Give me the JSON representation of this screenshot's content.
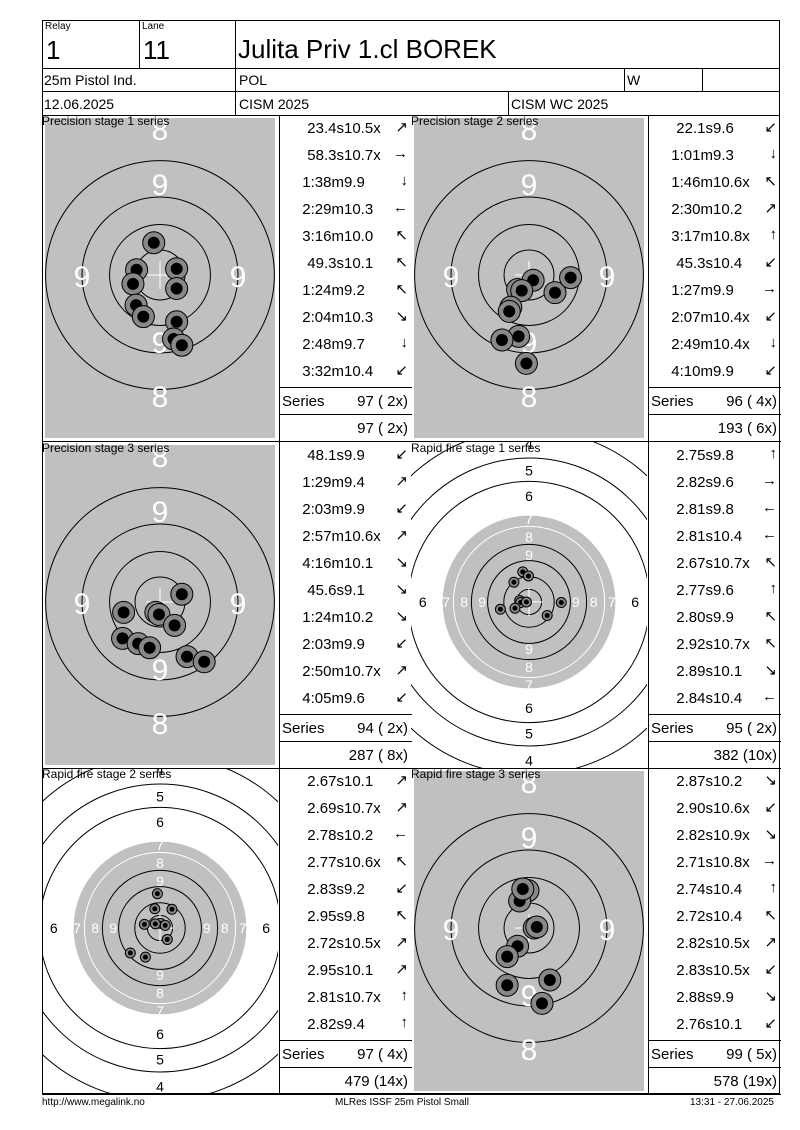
{
  "header": {
    "relay_label": "Relay",
    "relay_value": "1",
    "lane_label": "Lane",
    "lane_value": "11",
    "athlete_name": "Julita Priv 1.cl BOREK",
    "event": "25m Pistol Ind.",
    "country": "POL",
    "gender": "W",
    "date": "12.06.2025",
    "competition": "CISM 2025",
    "match": "CISM WC 2025"
  },
  "panels": [
    {
      "title": "Precision stage 1 series",
      "target_type": "precision",
      "shots": [
        {
          "time": "23.4s",
          "value": "10.5x",
          "dir": "ne"
        },
        {
          "time": "58.3s",
          "value": "10.7x",
          "dir": "e"
        },
        {
          "time": "1:38m",
          "value": "9.9",
          "dir": "s"
        },
        {
          "time": "2:29m",
          "value": "10.3",
          "dir": "w"
        },
        {
          "time": "3:16m",
          "value": "10.0",
          "dir": "nw"
        },
        {
          "time": "49.3s",
          "value": "10.1",
          "dir": "nw"
        },
        {
          "time": "1:24m",
          "value": "9.2",
          "dir": "nw"
        },
        {
          "time": "2:04m",
          "value": "10.3",
          "dir": "se"
        },
        {
          "time": "2:48m",
          "value": "9.7",
          "dir": "s"
        },
        {
          "time": "3:32m",
          "value": "10.4",
          "dir": "sw"
        }
      ],
      "series_label": "Series",
      "series_value": "97 ( 2x)",
      "total": "97 ( 2x)",
      "impacts": [
        [
          -0.12,
          -0.62
        ],
        [
          -0.45,
          -0.1
        ],
        [
          -0.52,
          0.17
        ],
        [
          -0.46,
          0.58
        ],
        [
          -0.32,
          0.8
        ],
        [
          0.32,
          -0.12
        ],
        [
          0.32,
          0.26
        ],
        [
          0.32,
          0.9
        ],
        [
          0.26,
          1.23
        ],
        [
          0.42,
          1.35
        ]
      ]
    },
    {
      "title": "Precision stage 2 series",
      "target_type": "precision",
      "shots": [
        {
          "time": "22.1s",
          "value": "9.6",
          "dir": "sw"
        },
        {
          "time": "1:01m",
          "value": "9.3",
          "dir": "s"
        },
        {
          "time": "1:46m",
          "value": "10.6x",
          "dir": "nw"
        },
        {
          "time": "2:30m",
          "value": "10.2",
          "dir": "ne"
        },
        {
          "time": "3:17m",
          "value": "10.8x",
          "dir": "n"
        },
        {
          "time": "45.3s",
          "value": "10.4",
          "dir": "sw"
        },
        {
          "time": "1:27m",
          "value": "9.9",
          "dir": "e"
        },
        {
          "time": "2:07m",
          "value": "10.4x",
          "dir": "sw"
        },
        {
          "time": "2:49m",
          "value": "10.4x",
          "dir": "s"
        },
        {
          "time": "4:10m",
          "value": "9.9",
          "dir": "sw"
        }
      ],
      "series_label": "Series",
      "series_value": "96 ( 4x)",
      "total": "193 ( 6x)",
      "impacts": [
        [
          0.08,
          0.1
        ],
        [
          -0.22,
          0.28
        ],
        [
          -0.14,
          0.3
        ],
        [
          -0.35,
          0.62
        ],
        [
          -0.38,
          0.7
        ],
        [
          -0.2,
          1.18
        ],
        [
          -0.52,
          1.25
        ],
        [
          0.5,
          0.34
        ],
        [
          0.8,
          0.05
        ],
        [
          -0.05,
          1.7
        ]
      ]
    },
    {
      "title": "Precision stage 3 series",
      "target_type": "precision",
      "shots": [
        {
          "time": "48.1s",
          "value": "9.9",
          "dir": "sw"
        },
        {
          "time": "1:29m",
          "value": "9.4",
          "dir": "ne"
        },
        {
          "time": "2:03m",
          "value": "9.9",
          "dir": "sw"
        },
        {
          "time": "2:57m",
          "value": "10.6x",
          "dir": "ne"
        },
        {
          "time": "4:16m",
          "value": "10.1",
          "dir": "se"
        },
        {
          "time": "45.6s",
          "value": "9.1",
          "dir": "se"
        },
        {
          "time": "1:24m",
          "value": "10.2",
          "dir": "se"
        },
        {
          "time": "2:03m",
          "value": "9.9",
          "dir": "sw"
        },
        {
          "time": "2:50m",
          "value": "10.7x",
          "dir": "ne"
        },
        {
          "time": "4:05m",
          "value": "9.6",
          "dir": "sw"
        }
      ],
      "series_label": "Series",
      "series_value": "94 ( 2x)",
      "total": "287 ( 8x)",
      "impacts": [
        [
          -0.08,
          0.2
        ],
        [
          -0.02,
          0.24
        ],
        [
          0.42,
          -0.15
        ],
        [
          0.28,
          0.45
        ],
        [
          0.52,
          1.05
        ],
        [
          -0.7,
          0.2
        ],
        [
          -0.72,
          0.7
        ],
        [
          -0.42,
          0.8
        ],
        [
          -0.2,
          0.88
        ],
        [
          0.85,
          1.15
        ]
      ]
    },
    {
      "title": "Rapid fire stage 1 series",
      "target_type": "rapid",
      "shots": [
        {
          "time": "2.75s",
          "value": "9.8",
          "dir": "n"
        },
        {
          "time": "2.82s",
          "value": "9.6",
          "dir": "e"
        },
        {
          "time": "2.81s",
          "value": "9.8",
          "dir": "w"
        },
        {
          "time": "2.81s",
          "value": "10.4",
          "dir": "w"
        },
        {
          "time": "2.67s",
          "value": "10.7x",
          "dir": "nw"
        },
        {
          "time": "2.77s",
          "value": "9.6",
          "dir": "n"
        },
        {
          "time": "2.80s",
          "value": "9.9",
          "dir": "nw"
        },
        {
          "time": "2.92s",
          "value": "10.7x",
          "dir": "nw"
        },
        {
          "time": "2.89s",
          "value": "10.1",
          "dir": "se"
        },
        {
          "time": "2.84s",
          "value": "10.4",
          "dir": "w"
        }
      ],
      "series_label": "Series",
      "series_value": "95 ( 2x)",
      "total": "382 (10x)",
      "impacts": [
        [
          -0.12,
          -0.58
        ],
        [
          -0.01,
          -0.5
        ],
        [
          -0.29,
          -0.38
        ],
        [
          -0.18,
          -0.03
        ],
        [
          -0.16,
          0.01
        ],
        [
          -0.27,
          0.12
        ],
        [
          -0.55,
          0.14
        ],
        [
          0.35,
          0.26
        ],
        [
          0.62,
          0.01
        ],
        [
          -0.05,
          0.0
        ]
      ]
    },
    {
      "title": "Rapid fire stage 2 series",
      "target_type": "rapid",
      "shots": [
        {
          "time": "2.67s",
          "value": "10.1",
          "dir": "ne"
        },
        {
          "time": "2.69s",
          "value": "10.7x",
          "dir": "ne"
        },
        {
          "time": "2.78s",
          "value": "10.2",
          "dir": "w"
        },
        {
          "time": "2.77s",
          "value": "10.6x",
          "dir": "nw"
        },
        {
          "time": "2.83s",
          "value": "9.2",
          "dir": "sw"
        },
        {
          "time": "2.95s",
          "value": "9.8",
          "dir": "nw"
        },
        {
          "time": "2.72s",
          "value": "10.5x",
          "dir": "ne"
        },
        {
          "time": "2.95s",
          "value": "10.1",
          "dir": "ne"
        },
        {
          "time": "2.81s",
          "value": "10.7x",
          "dir": "n"
        },
        {
          "time": "2.82s",
          "value": "9.4",
          "dir": "n"
        }
      ],
      "series_label": "Series",
      "series_value": "97 ( 4x)",
      "total": "479 (14x)",
      "impacts": [
        [
          -0.05,
          -0.66
        ],
        [
          -0.1,
          -0.37
        ],
        [
          0.23,
          -0.36
        ],
        [
          -0.3,
          -0.07
        ],
        [
          0.01,
          -0.09
        ],
        [
          0.1,
          -0.05
        ],
        [
          -0.09,
          -0.08
        ],
        [
          0.14,
          0.22
        ],
        [
          -0.57,
          0.48
        ],
        [
          -0.28,
          0.56
        ]
      ]
    },
    {
      "title": "Rapid fire stage 3 series",
      "target_type": "precision",
      "shots": [
        {
          "time": "2.87s",
          "value": "10.2",
          "dir": "se"
        },
        {
          "time": "2.90s",
          "value": "10.6x",
          "dir": "sw"
        },
        {
          "time": "2.82s",
          "value": "10.9x",
          "dir": "se"
        },
        {
          "time": "2.71s",
          "value": "10.8x",
          "dir": "e"
        },
        {
          "time": "2.74s",
          "value": "10.4",
          "dir": "n"
        },
        {
          "time": "2.72s",
          "value": "10.4",
          "dir": "nw"
        },
        {
          "time": "2.82s",
          "value": "10.5x",
          "dir": "ne"
        },
        {
          "time": "2.83s",
          "value": "10.5x",
          "dir": "sw"
        },
        {
          "time": "2.88s",
          "value": "9.9",
          "dir": "se"
        },
        {
          "time": "2.76s",
          "value": "10.1",
          "dir": "sw"
        }
      ],
      "series_label": "Series",
      "series_value": "99 ( 5x)",
      "total": "578 (19x)",
      "impacts": [
        [
          -0.02,
          -0.72
        ],
        [
          -0.18,
          -0.52
        ],
        [
          -0.12,
          -0.75
        ],
        [
          0.1,
          0.0
        ],
        [
          0.15,
          -0.02
        ],
        [
          -0.22,
          0.35
        ],
        [
          -0.42,
          0.55
        ],
        [
          0.4,
          1.0
        ],
        [
          -0.42,
          1.1
        ],
        [
          0.25,
          1.45
        ]
      ]
    }
  ],
  "footer": {
    "left": "http://www.megalink.no",
    "center": "MLRes ISSF 25m Pistol Small",
    "right": "13:31 - 27.06.2025"
  }
}
